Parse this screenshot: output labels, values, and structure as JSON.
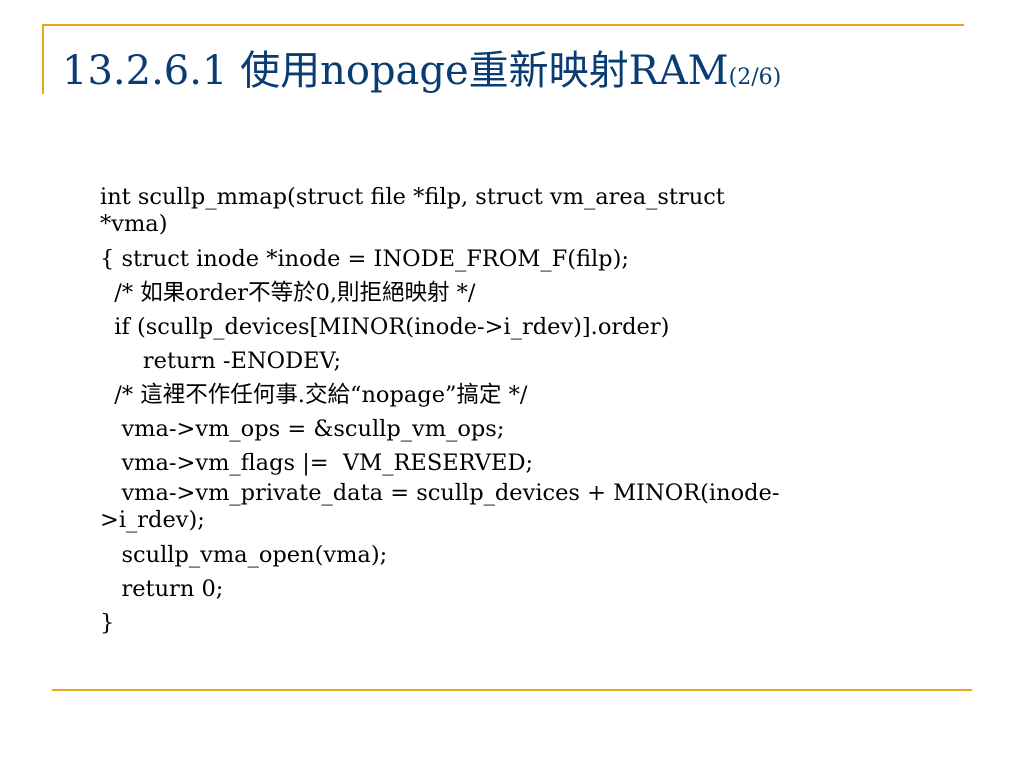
{
  "colors": {
    "accent": "#e6a817",
    "title": "#0a3c74",
    "text": "#000000"
  },
  "slide": {
    "title": "13.2.6.1 使用nopage重新映射RAM",
    "title_suffix": "(2/6)"
  },
  "code_lines": [
    "int scullp_mmap(struct file *filp, struct vm_area_struct\n*vma)",
    "{ struct inode *inode = INODE_FROM_F(filp);",
    "  /* 如果order不等於0,則拒絕映射 */",
    "  if (scullp_devices[MINOR(inode->i_rdev)].order)",
    "      return -ENODEV;",
    "  /* 這裡不作任何事.交給“nopage”搞定 */",
    "   vma->vm_ops = &scullp_vm_ops;",
    "   vma->vm_flags |=  VM_RESERVED;",
    "   vma->vm_private_data = scullp_devices + MINOR(inode-\n>i_rdev);",
    "   scullp_vma_open(vma);",
    "   return 0;",
    "}"
  ]
}
